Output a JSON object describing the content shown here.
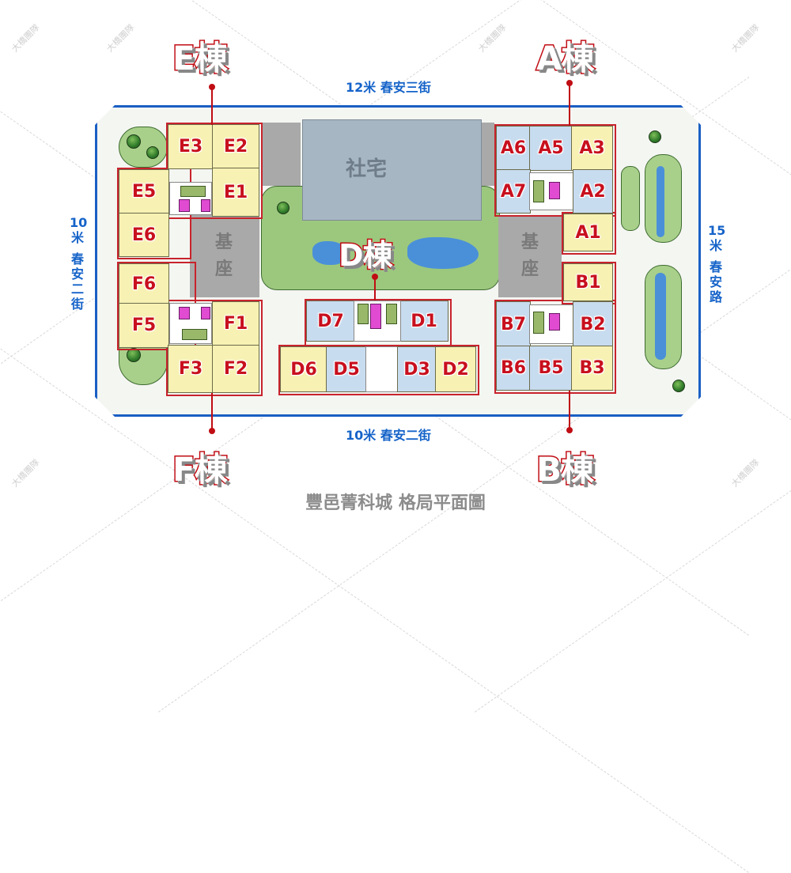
{
  "title": "豐邑菁科城 格局平面圖",
  "watermark": "大橋團隊",
  "roads": {
    "north": "12米 春安三街",
    "south": "10米 春安二街",
    "west": [
      "10",
      "米",
      "春",
      "安",
      "二",
      "街"
    ],
    "east": [
      "15",
      "米",
      "春",
      "安",
      "路"
    ]
  },
  "areas": {
    "social_housing": "社宅",
    "plinth_west": [
      "基",
      "座"
    ],
    "plinth_east": [
      "基",
      "座"
    ]
  },
  "towers": {
    "A": {
      "label": "A棟",
      "units": [
        "A1",
        "A2",
        "A3",
        "A5",
        "A6",
        "A7"
      ]
    },
    "B": {
      "label": "B棟",
      "units": [
        "B1",
        "B2",
        "B3",
        "B5",
        "B6",
        "B7"
      ]
    },
    "D": {
      "label": "D棟",
      "units": [
        "D1",
        "D2",
        "D3",
        "D5",
        "D6",
        "D7"
      ]
    },
    "E": {
      "label": "E棟",
      "units": [
        "E1",
        "E2",
        "E3",
        "E5",
        "E6"
      ]
    },
    "F": {
      "label": "F棟",
      "units": [
        "F1",
        "F2",
        "F3",
        "F5",
        "F6"
      ]
    }
  },
  "colors": {
    "road_blue": "#1563c9",
    "tag_red": "#c00d14",
    "unit_yellow": "#f7f1b3",
    "unit_blue": "#c8dcef",
    "plinth_grey": "#a9a9a9",
    "social_grey_blue": "#a7b6c3"
  }
}
